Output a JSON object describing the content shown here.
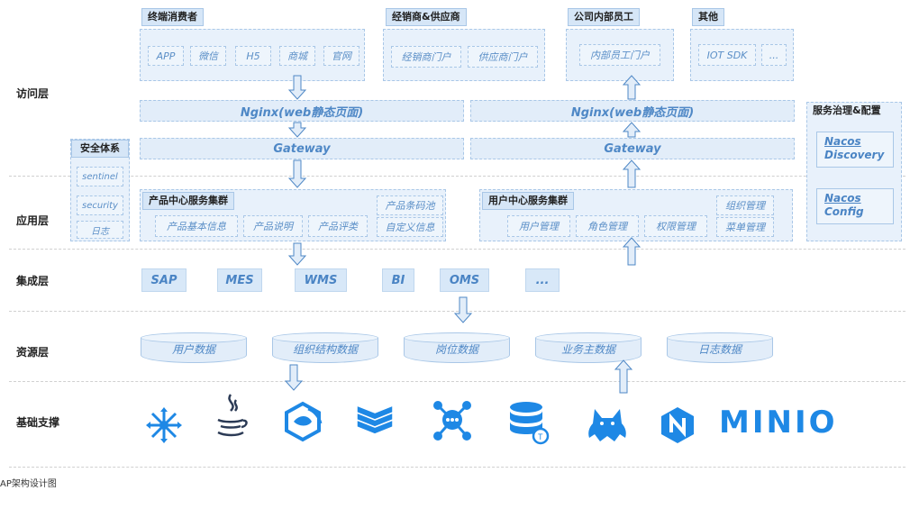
{
  "layers": {
    "access": "访问层",
    "application": "应用层",
    "integration": "集成层",
    "resource": "资源层",
    "infrastructure": "基础支撑"
  },
  "clients": {
    "consumers": {
      "title": "终端消费者",
      "items": [
        "APP",
        "微信",
        "H5",
        "商城",
        "官网"
      ]
    },
    "dealers": {
      "title": "经销商&供应商",
      "items": [
        "经销商门户",
        "供应商门户"
      ]
    },
    "staff": {
      "title": "公司内部员工",
      "items": [
        "内部员工门户"
      ]
    },
    "others": {
      "title": "其他",
      "items": [
        "IOT SDK",
        "..."
      ]
    }
  },
  "nginx_label": "Nginx(web静态页面)",
  "gateway_label": "Gateway",
  "security": {
    "title": "安全体系",
    "items": [
      "sentinel",
      "security",
      "日志"
    ]
  },
  "governance": {
    "title": "服务治理&配置",
    "discovery": [
      "Nacos",
      "Discovery"
    ],
    "config": [
      "Nacos",
      "Config"
    ]
  },
  "product_cluster": {
    "title": "产品中心服务集群",
    "items": [
      "产品基本信息",
      "产品说明",
      "产品评类"
    ],
    "side": [
      "产品条码池",
      "自定义信息"
    ]
  },
  "user_cluster": {
    "title": "用户中心服务集群",
    "items": [
      "用户管理",
      "角色管理",
      "权限管理"
    ],
    "side": [
      "组织管理",
      "菜单管理"
    ]
  },
  "integration_systems": [
    "SAP",
    "MES",
    "WMS",
    "BI",
    "OMS",
    "..."
  ],
  "resources": [
    "用户数据",
    "组织结构数据",
    "岗位数据",
    "业务主数据",
    "日志数据"
  ],
  "infra_icons": [
    "kubernetes-icon",
    "java-icon",
    "docker-icon",
    "redis-icon",
    "kafka-icon",
    "tidb-icon",
    "tomcat-icon",
    "nginx-icon",
    "minio-logo"
  ],
  "minio_text": "MINIO",
  "caption": "AP架构设计图",
  "colors": {
    "accent": "#4f88c6",
    "fill": "#e8f1fb",
    "icon": "#1e88e5"
  }
}
